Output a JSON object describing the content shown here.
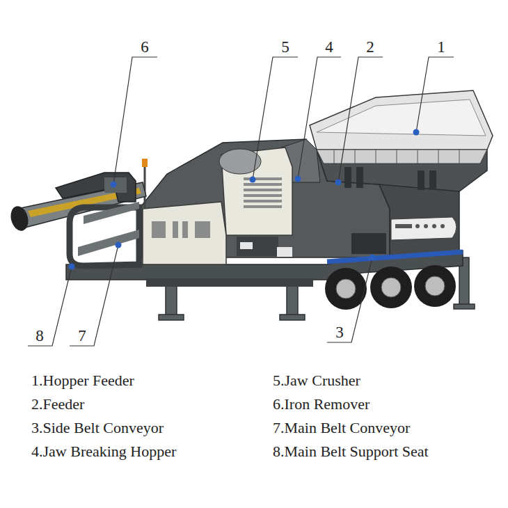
{
  "diagram": {
    "labels": [
      "6",
      "5",
      "4",
      "2",
      "1",
      "8",
      "7",
      "3",
      "1.Hopper Feeder",
      "2.Feeder",
      "3.Side Belt Conveyor",
      "4.Jaw Breaking Hopper",
      "5.Jaw Crusher",
      "6.Iron Remover",
      "7.Main Belt Conveyor",
      "8.Main Belt Support Seat"
    ]
  }
}
